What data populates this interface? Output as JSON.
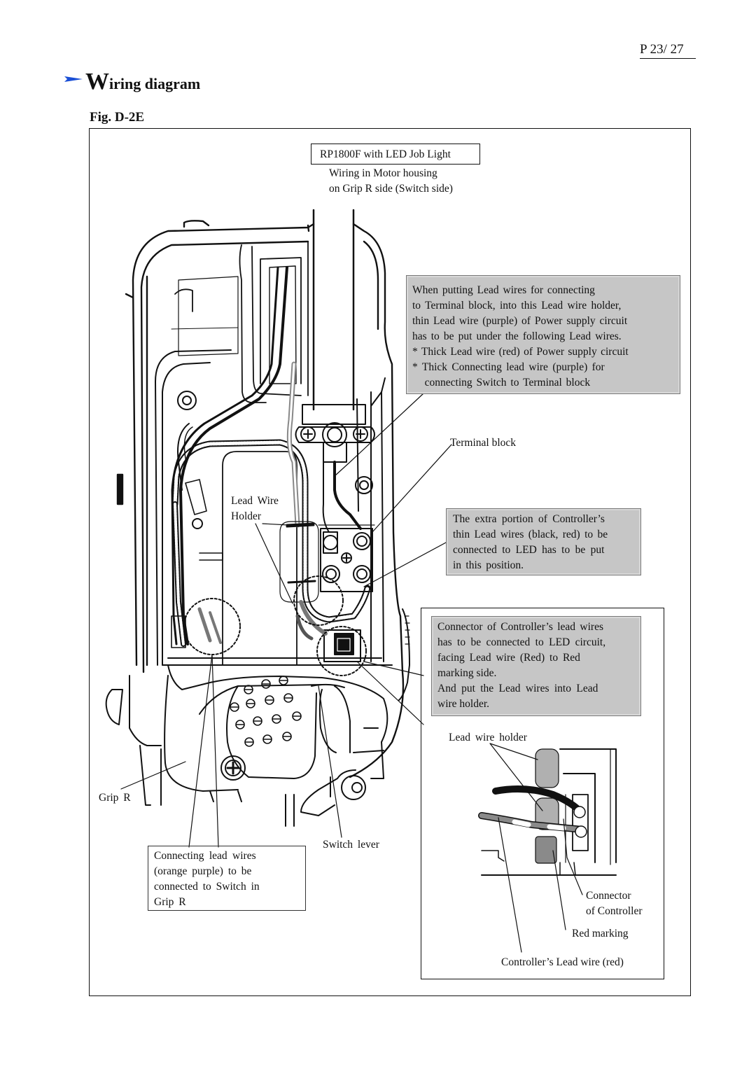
{
  "header": {
    "page_number": "P 23/ 27"
  },
  "title": {
    "first_letter": "W",
    "rest": "iring",
    "word2": "diagram"
  },
  "figure": {
    "label": "Fig. D-2E"
  },
  "model_box": {
    "label": "RP1800F with LED Job Light"
  },
  "subtitle": {
    "line1": "Wiring in Motor housing",
    "line2": "on Grip R side (Switch side)"
  },
  "note_lead_wires": {
    "lines": [
      "When putting Lead wires for connecting",
      "to Terminal block, into this Lead wire holder,",
      "thin Lead wire (purple) of Power supply circuit",
      "has to be put under the following Lead wires.",
      "* Thick Lead wire (red) of Power supply circuit",
      "* Thick Connecting lead wire (purple) for",
      "   connecting Switch to Terminal block"
    ]
  },
  "note_extra_portion": {
    "lines": [
      "The extra portion of Controller’s",
      "thin Lead wires (black, red) to be",
      "connected to LED has to be put",
      "in this position."
    ]
  },
  "note_connector": {
    "lines": [
      "Connector of Controller’s lead wires",
      "has to be connected to LED circuit,",
      "facing Lead wire (Red) to Red",
      "marking side.",
      "And put the Lead wires into Lead",
      "wire holder."
    ]
  },
  "note_switch": {
    "lines": [
      "Connecting lead wires",
      "(orange purple) to be",
      "connected to Switch in",
      "Grip R"
    ]
  },
  "labels": {
    "terminal_block": "Terminal block",
    "lead_wire_holder_1": "Lead Wire",
    "lead_wire_holder_2": "Holder",
    "grip_r": "Grip R",
    "switch_lever": "Switch lever",
    "inset_lead_wire_holder": "Lead wire holder",
    "connector_1": "Connector",
    "connector_2": "of Controller",
    "red_marking": "Red marking",
    "controller_lead_wire": "Controller’s Lead wire (red)"
  },
  "icons": {
    "title_marker": "right-triangle-arrow-icon"
  },
  "colors": {
    "note_fill": "#c6c6c6",
    "title_arrow": "#1a4fd6",
    "lead_wire_holder_fill": "#b0b0b0"
  }
}
